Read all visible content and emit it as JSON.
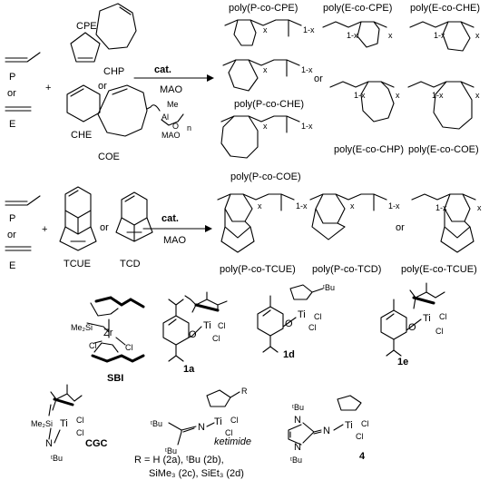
{
  "section1": {
    "monomer_p": "P",
    "or_1": "or",
    "monomer_e": "E",
    "plus": "+",
    "cpe": "CPE",
    "chp": "CHP",
    "or_2": "or",
    "che": "CHE",
    "coe": "COE",
    "cat": "cat.",
    "mao": "MAO",
    "me": "Me",
    "al": "Al",
    "o": "O",
    "mao_small": "MAO",
    "n": "n",
    "p_co_cpe": "poly(P-co-CPE)",
    "p_co_che": "poly(P-co-CHE)",
    "p_co_coe": "poly(P-co-COE)",
    "or_3": "or",
    "e_co_cpe": "poly(E-co-CPE)",
    "e_co_che": "poly(E-co-CHE)",
    "e_co_chp": "poly(E-co-CHP)",
    "e_co_coe": "poly(E-co-COE)",
    "x": "x",
    "one_minus_x": "1-x"
  },
  "section2": {
    "monomer_p": "P",
    "or_1": "or",
    "monomer_e": "E",
    "plus": "+",
    "tcue": "TCUE",
    "or_2": "or",
    "tcd": "TCD",
    "cat": "cat.",
    "mao": "MAO",
    "p_co_tcue": "poly(P-co-TCUE)",
    "p_co_tcd": "poly(P-co-TCD)",
    "or_3": "or",
    "e_co_tcue": "poly(E-co-TCUE)"
  },
  "catalysts": {
    "sbi": "SBI",
    "me2si": "Me₂Si",
    "zr": "Zr",
    "cl": "Cl",
    "ti": "Ti",
    "o": "O",
    "c1a": "1a",
    "c1d": "1d",
    "c1e": "1e",
    "tbu": "ᵗBu",
    "cgc": "CGC",
    "n": "N",
    "r": "R",
    "ketimide": "ketimide",
    "c4": "4",
    "r_def_line1": "R = H (2a), ᵗBu (2b),",
    "r_def_line2": "SiMe₃ (2c), SiEt₃ (2d)"
  }
}
